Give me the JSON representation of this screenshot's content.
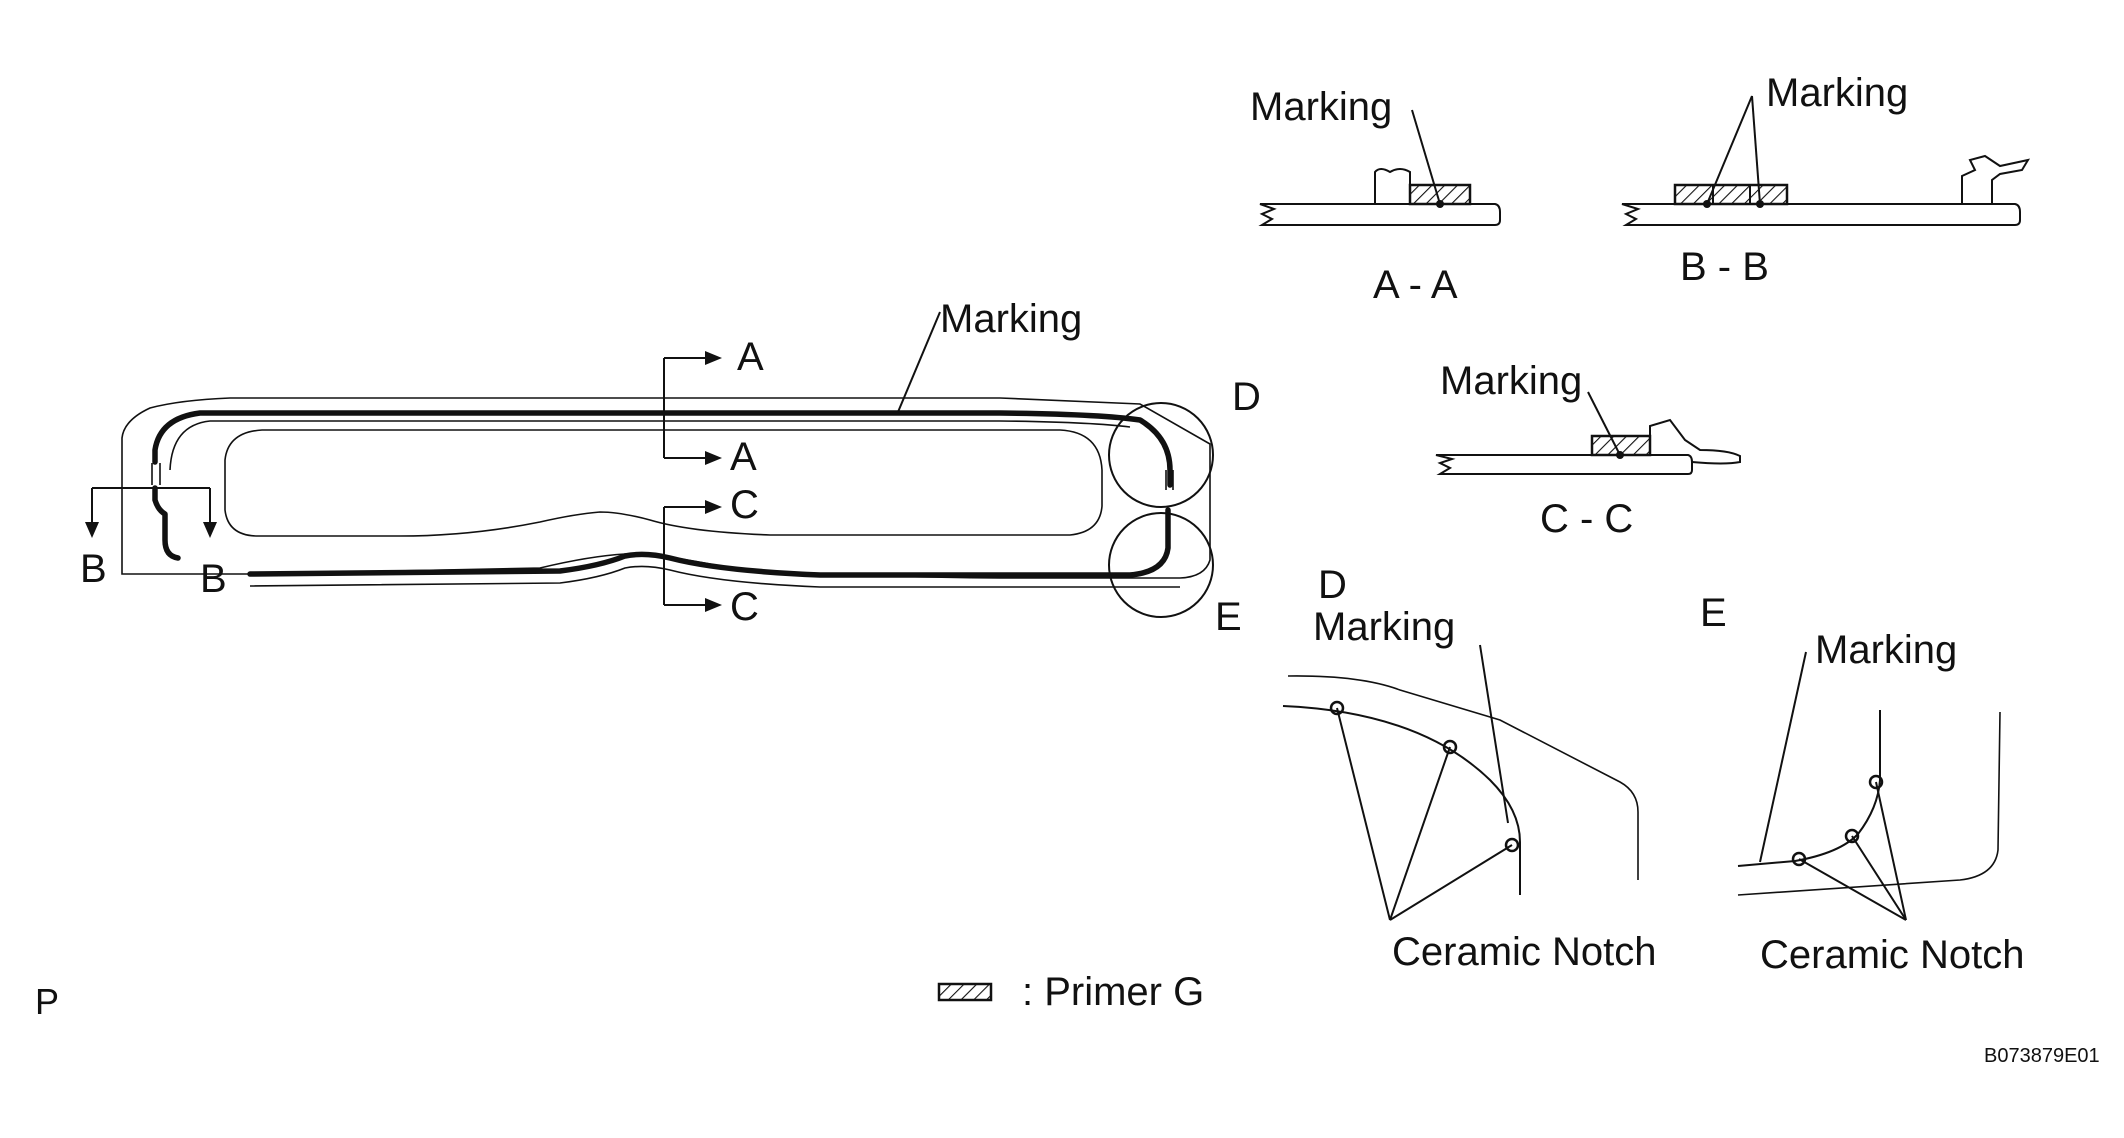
{
  "colors": {
    "ink": "#111111",
    "background": "#ffffff"
  },
  "labels": {
    "marking": "Marking",
    "ceramic_notch": "Ceramic Notch",
    "section_a": "A",
    "section_b": "B",
    "section_c": "C",
    "detail_d": "D",
    "detail_e": "E",
    "section_aa": "A - A",
    "section_bb": "B - B",
    "section_cc": "C - C",
    "legend_text": ": Primer G",
    "view_marker": "P",
    "figure_code": "B073879E01"
  },
  "icons": {
    "section_arrow": "arrow-icon",
    "primer_swatch": "hatched-rectangle-icon",
    "ceramic_notch_point": "circle-marker-icon"
  }
}
